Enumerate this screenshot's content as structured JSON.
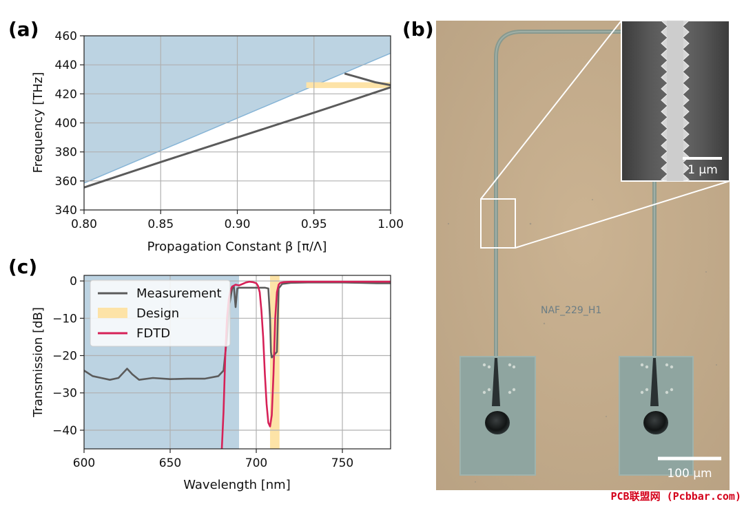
{
  "chart_data": [
    {
      "panel": "(a)",
      "type": "line",
      "xlabel": "Propagation Constant β [π/Λ]",
      "ylabel": "Frequency [THz]",
      "xlim": [
        0.8,
        1.0
      ],
      "ylim": [
        340,
        460
      ],
      "xticks": [
        0.8,
        0.85,
        0.9,
        0.95,
        1.0
      ],
      "xtick_labels": [
        "0.80",
        "0.85",
        "0.90",
        "0.95",
        "1.00"
      ],
      "yticks": [
        340,
        360,
        380,
        400,
        420,
        440,
        460
      ],
      "grid": true,
      "light_cone": {
        "color": "#bcd3e2",
        "edge_color": "#86b4d6",
        "x": [
          0.8,
          1.0
        ],
        "y": [
          358.5,
          448
        ]
      },
      "bandgap": {
        "color": "#fde3a7",
        "y": [
          424,
          428
        ],
        "x": [
          0.945,
          1.0
        ]
      },
      "series": [
        {
          "color": "#5b5b5b",
          "x": [
            0.8,
            0.85,
            0.9,
            0.95,
            0.97,
            0.99,
            1.0
          ],
          "y": [
            355.5,
            373,
            390,
            407,
            414,
            421,
            424.5
          ]
        },
        {
          "color": "#5b5b5b",
          "x": [
            0.97,
            0.98,
            0.99,
            1.0
          ],
          "y": [
            434,
            431,
            428,
            426
          ]
        }
      ]
    },
    {
      "panel": "(c)",
      "type": "line",
      "xlabel": "Wavelength [nm]",
      "ylabel": "Transmission [dB]",
      "xlim": [
        600,
        778
      ],
      "ylim": [
        -45,
        1.5
      ],
      "xticks": [
        600,
        650,
        700,
        750
      ],
      "yticks": [
        0,
        -10,
        -20,
        -30,
        -40
      ],
      "ytick_labels": [
        "0",
        "−10",
        "−20",
        "−30",
        "−40"
      ],
      "grid": true,
      "shaded_region": {
        "x": [
          600,
          690
        ],
        "color": "#bcd3e2"
      },
      "design_band": {
        "x": [
          708,
          713.5
        ],
        "color": "#fde3a7"
      },
      "legend": {
        "placement": "top-left",
        "entries": [
          {
            "label": "Measurement",
            "color": "#5b5b5b",
            "kind": "line"
          },
          {
            "label": "Design",
            "color": "#fde3a7",
            "kind": "patch"
          },
          {
            "label": "FDTD",
            "color": "#d62157",
            "kind": "line"
          }
        ]
      },
      "series": [
        {
          "name": "Measurement",
          "color": "#5b5b5b",
          "x": [
            600,
            605,
            610,
            615,
            620,
            625,
            628,
            632,
            640,
            650,
            660,
            670,
            678,
            681,
            683,
            684.5,
            686,
            687,
            688,
            689,
            690,
            695,
            700,
            705,
            707,
            708,
            708.5,
            709,
            710,
            711,
            712,
            713,
            715,
            720,
            730,
            740,
            750,
            760,
            770,
            778
          ],
          "y": [
            -24,
            -25.5,
            -26,
            -26.5,
            -26,
            -23.5,
            -25,
            -26.5,
            -26,
            -26.3,
            -26.2,
            -26.2,
            -25.5,
            -24,
            -15,
            -6,
            -2,
            -1.5,
            -7,
            -2,
            -1.8,
            -1.8,
            -1.8,
            -1.8,
            -2,
            -10,
            -19,
            -20.5,
            -20,
            -19.5,
            -19,
            -2,
            -0.8,
            -0.5,
            -0.4,
            -0.4,
            -0.4,
            -0.5,
            -0.6,
            -0.6
          ]
        },
        {
          "name": "FDTD",
          "color": "#d62157",
          "x": [
            680,
            681,
            682,
            683,
            684,
            685,
            686,
            688,
            690,
            692,
            694,
            696,
            698,
            700,
            701,
            702,
            703,
            704,
            705,
            706,
            707,
            708,
            709,
            710,
            711,
            712,
            713,
            714,
            716,
            720,
            730,
            740,
            750,
            760,
            770,
            778
          ],
          "y": [
            -45,
            -35,
            -20,
            -10,
            -5,
            -2.5,
            -1.5,
            -1,
            -1.2,
            -0.8,
            -0.4,
            -0.2,
            -0.3,
            -0.6,
            -1.3,
            -3,
            -8,
            -15,
            -25,
            -33,
            -38,
            -39,
            -36,
            -25,
            -10,
            -3,
            -1,
            -0.5,
            -0.3,
            -0.2,
            -0.2,
            -0.2,
            -0.2,
            -0.2,
            -0.2,
            -0.2
          ]
        }
      ]
    }
  ],
  "panel_b": {
    "label": "(b)",
    "chip_label": "NAF_229_H1",
    "inset_scale_label": "1 µm",
    "main_scale_label": "100 µm"
  },
  "watermark": "PCB联盟网 (Pcbbar.com)",
  "colors": {
    "light_cone": "#bcd3e2",
    "design": "#fde3a7",
    "measurement": "#5b5b5b",
    "fdtd": "#d62157",
    "micrograph_bg": "#c5ac8a"
  }
}
